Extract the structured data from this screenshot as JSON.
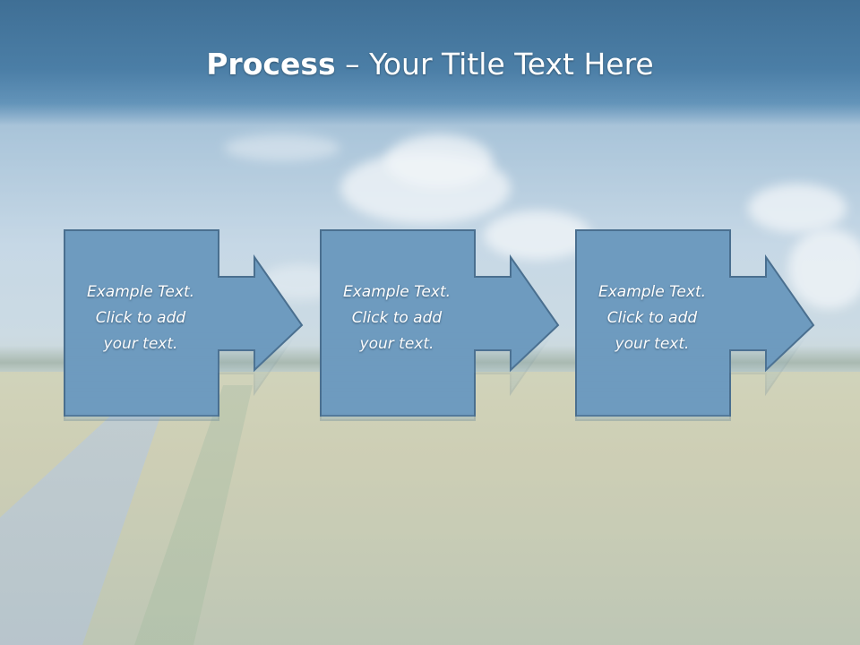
{
  "slide": {
    "title_bold": "Process",
    "title_rest": " – Your Title Text Here",
    "steps": [
      {
        "line1": "Example Text.",
        "line2": "Click  to add",
        "line3": "your text."
      },
      {
        "line1": "Example Text.",
        "line2": "Click  to add",
        "line3": "your text."
      },
      {
        "line1": "Example Text.",
        "line2": "Click  to add",
        "line3": "your text."
      }
    ]
  },
  "colors": {
    "shape_fill": "#6e9bbf",
    "shape_stroke": "#4a6f8f",
    "title_band": "#4a7ea6",
    "text": "#ffffff"
  }
}
